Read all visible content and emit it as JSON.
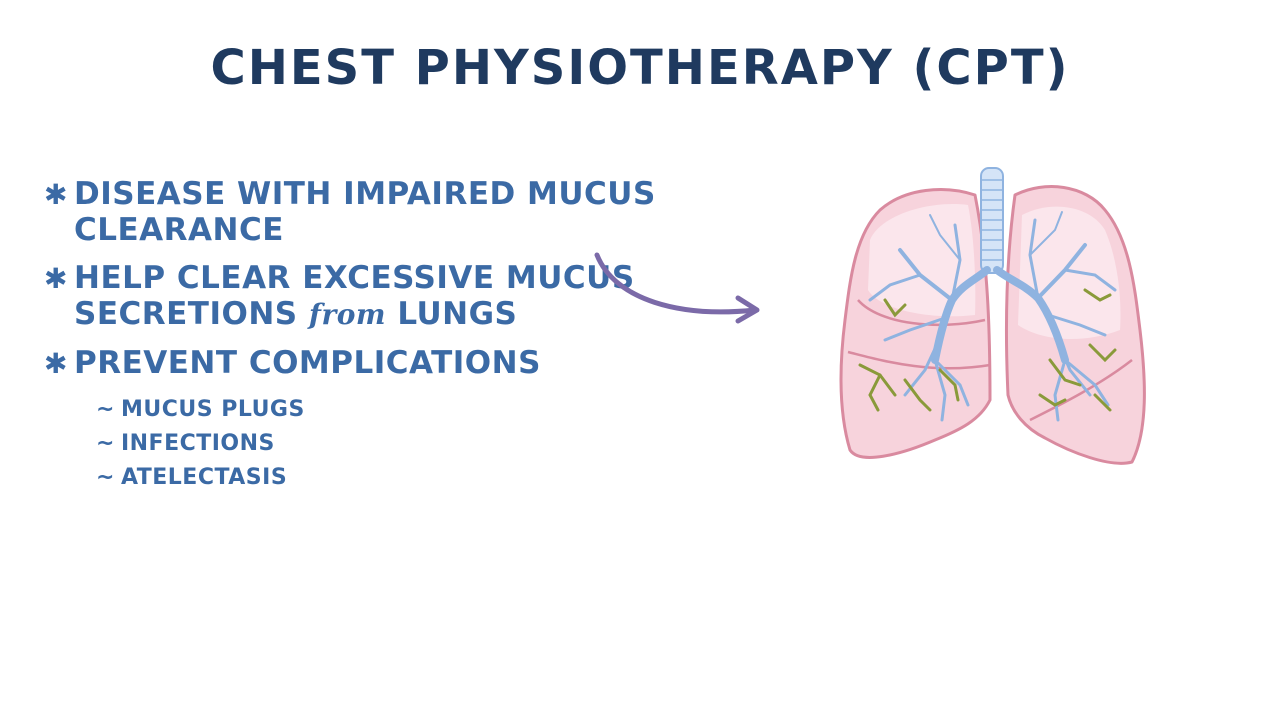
{
  "title": "CHEST PHYSIOTHERAPY (CPT)",
  "bullets": [
    {
      "marker": "✱",
      "line1": "DISEASE WITH IMPAIRED MUCUS CLEARANCE"
    },
    {
      "marker": "✱",
      "line1": "HELP CLEAR EXCESSIVE MUCUS",
      "line2_pre": "SECRETIONS",
      "line2_from": "from",
      "line2_post": "LUNGS"
    },
    {
      "marker": "✱",
      "line1": "PREVENT COMPLICATIONS",
      "subs": [
        {
          "marker": "~",
          "text": "MUCUS PLUGS"
        },
        {
          "marker": "~",
          "text": "INFECTIONS"
        },
        {
          "marker": "~",
          "text": "ATELECTASIS"
        }
      ]
    }
  ],
  "colors": {
    "title": "#1f3a5f",
    "text": "#3b6aa5",
    "arrow": "#7b6aa8",
    "lung_fill": "#f7d3dc",
    "lung_outline": "#d98a9f",
    "airway": "#8fb3e0",
    "mucus": "#8a9a3a"
  },
  "illustration": {
    "arrow": "curved-arrow-icon",
    "lungs": "lungs-icon"
  }
}
